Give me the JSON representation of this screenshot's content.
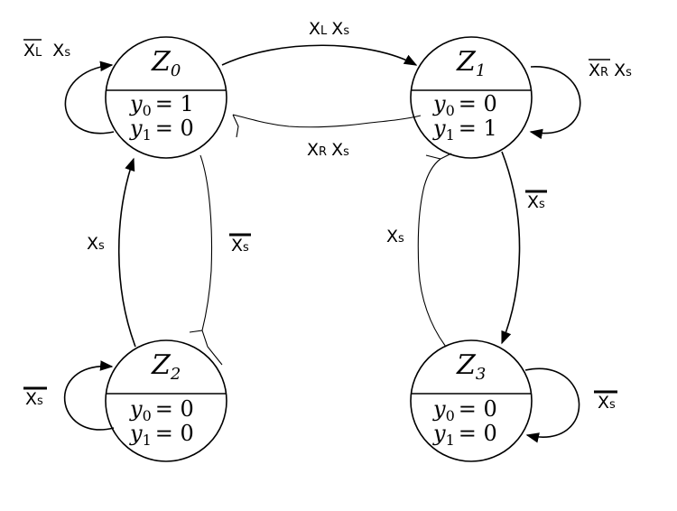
{
  "states": [
    {
      "id": "z0",
      "name": "Z",
      "sub": "0",
      "y0": "y",
      "y0_sub": "0",
      "y0_val": "= 1",
      "y1": "y",
      "y1_sub": "1",
      "y1_val": "= 0"
    },
    {
      "id": "z1",
      "name": "Z",
      "sub": "1",
      "y0": "y",
      "y0_sub": "0",
      "y0_val": "= 0",
      "y1": "y",
      "y1_sub": "1",
      "y1_val": "= 1"
    },
    {
      "id": "z2",
      "name": "Z",
      "sub": "2",
      "y0": "y",
      "y0_sub": "0",
      "y0_val": "= 0",
      "y1": "y",
      "y1_sub": "1",
      "y1_val": "= 0"
    },
    {
      "id": "z3",
      "name": "Z",
      "sub": "3",
      "y0": "y",
      "y0_sub": "0",
      "y0_val": "= 0",
      "y1": "y",
      "y1_sub": "1",
      "y1_val": "= 0"
    }
  ],
  "transitions": {
    "z0_self": {
      "a": "X",
      "a_sub": "L",
      "b": "X",
      "b_sub": "s"
    },
    "z0_z1": {
      "a": "X",
      "a_sub": "L",
      "b": "X",
      "b_sub": "s"
    },
    "z1_self": {
      "a": "X",
      "a_sub": "R",
      "b": "X",
      "b_sub": "s"
    },
    "z1_z0": {
      "a": "X",
      "a_sub": "R",
      "b": "X",
      "b_sub": "s"
    },
    "z2_z0": {
      "a": "X",
      "a_sub": "s"
    },
    "z0_z2": {
      "a": "X",
      "a_sub": "s"
    },
    "z1_z3": {
      "a": "X",
      "a_sub": "s"
    },
    "z3_z1": {
      "a": "X",
      "a_sub": "s"
    },
    "z2_self": {
      "a": "X",
      "a_sub": "s"
    },
    "z3_self": {
      "a": "X",
      "a_sub": "s"
    }
  }
}
